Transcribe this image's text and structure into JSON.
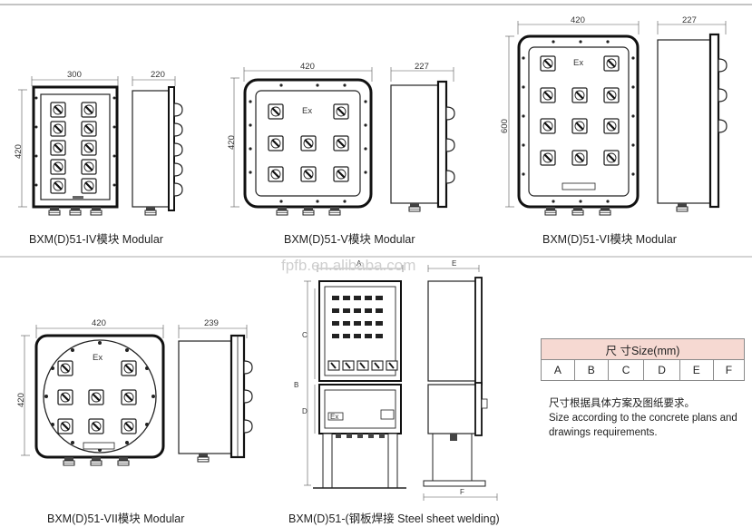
{
  "views": {
    "iv": {
      "caption": "BXM(D)51-IV模块 Modular",
      "width": "300",
      "depth": "220",
      "height": "420"
    },
    "v": {
      "caption": "BXM(D)51-V模块 Modular",
      "width": "420",
      "depth": "227",
      "height": "420",
      "mark": "Ex"
    },
    "vi": {
      "caption": "BXM(D)51-VI模块 Modular",
      "width": "420",
      "depth": "227",
      "height": "600",
      "mark": "Ex"
    },
    "vii": {
      "caption": "BXM(D)51-VII模块 Modular",
      "width": "420",
      "depth": "239",
      "height": "420",
      "mark": "Ex"
    },
    "steel": {
      "caption": "BXM(D)51-(钢板焊接 Steel sheet welding)",
      "labels": {
        "a": "A",
        "b": "B",
        "c": "C",
        "d": "D",
        "e": "E",
        "f": "F"
      },
      "mark": "Ex"
    }
  },
  "watermark": "fpfb.en.alibaba.com",
  "size_table": {
    "title": "尺 寸Size(mm)",
    "columns": [
      "A",
      "B",
      "C",
      "D",
      "E",
      "F"
    ]
  },
  "note": {
    "zh": "尺寸根据具体方案及图纸要求。",
    "en1": "Size according to the concrete plans and",
    "en2": "drawings requirements."
  },
  "colors": {
    "line": "#333333",
    "table_header": "#f6d9d2",
    "table_border": "#8a8a8a"
  }
}
